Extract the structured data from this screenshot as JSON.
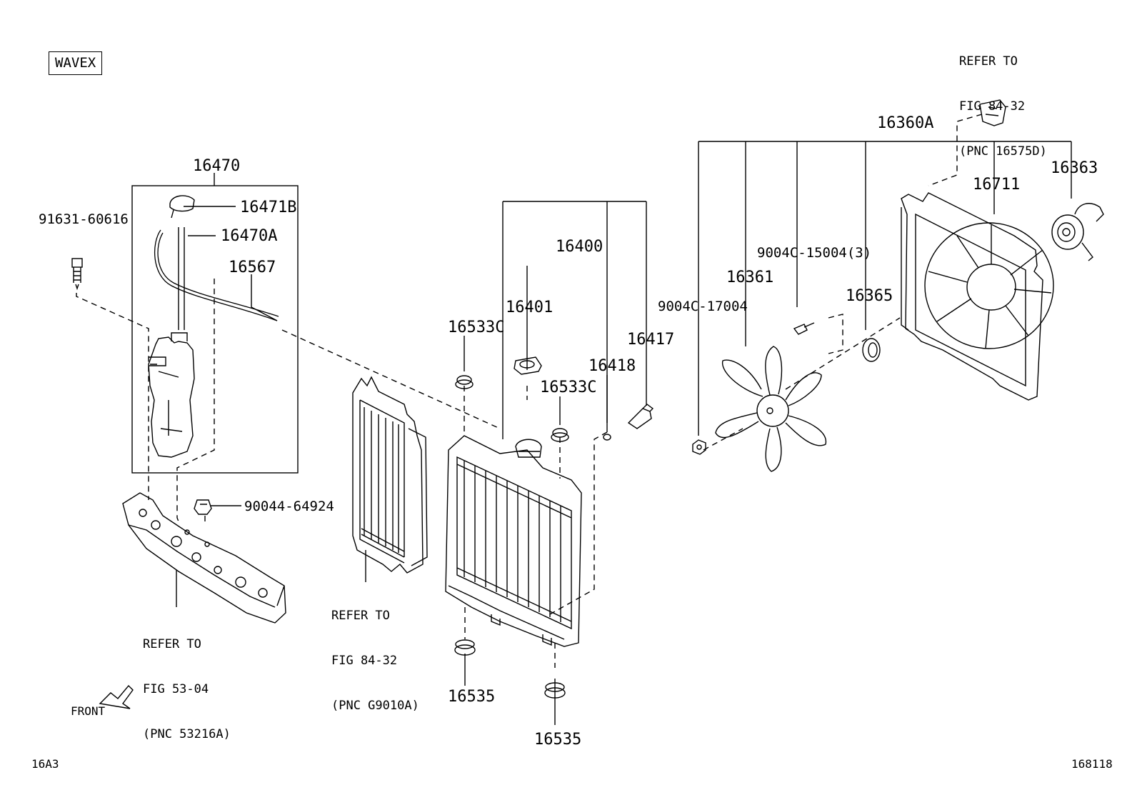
{
  "variant_tag": "WAVEX",
  "front_label": "FRONT",
  "page_code": "16A3",
  "figure_number": "168118",
  "parts": {
    "p16360A": "16360A",
    "p16363": "16363",
    "p16711": "16711",
    "p9004C_15004": "9004C-15004(3)",
    "p16361": "16361",
    "p16365": "16365",
    "p9004C_17004": "9004C-17004",
    "p16400": "16400",
    "p16401": "16401",
    "p16533C_a": "16533C",
    "p16533C_b": "16533C",
    "p16418": "16418",
    "p16417": "16417",
    "p16535_a": "16535",
    "p16535_b": "16535",
    "p16470": "16470",
    "p16471B": "16471B",
    "p16470A": "16470A",
    "p16567": "16567",
    "p91631_60616": "91631-60616",
    "p90044_64924": "90044-64924"
  },
  "references": {
    "fan_bracket": [
      "REFER TO",
      "FIG 84-32",
      "(PNC 16575D)"
    ],
    "condenser": [
      "REFER TO",
      "FIG 84-32",
      "(PNC G9010A)"
    ],
    "support": [
      "REFER TO",
      "FIG 53-04",
      "(PNC 53216A)"
    ]
  }
}
